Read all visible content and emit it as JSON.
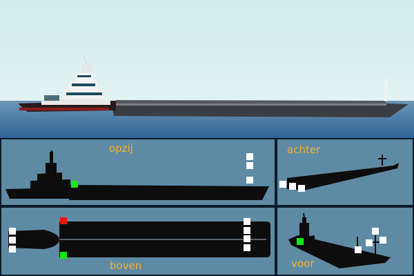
{
  "panels": {
    "side": {
      "label": "opzij"
    },
    "stern": {
      "label": "achter"
    },
    "top": {
      "label": "boven"
    },
    "front": {
      "label": "voor"
    }
  },
  "colors": {
    "sky": "#d7eeee",
    "water": "#4e7da6",
    "panel_bg": "#5f8aa3",
    "vessel": "#0d0d0d",
    "light_white": "#ffffff",
    "light_green": "#19e619",
    "light_red": "#ee1111",
    "label": "#f2b233"
  }
}
